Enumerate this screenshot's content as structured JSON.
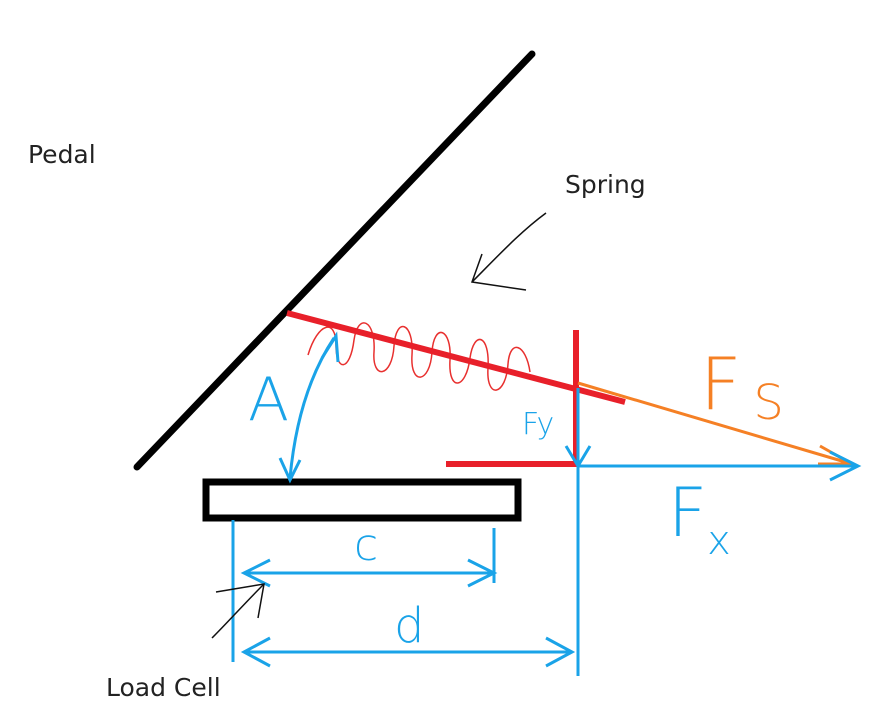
{
  "labels": {
    "pedal": "Pedal",
    "spring": "Spring",
    "load_cell": "Load Cell",
    "angle": "A",
    "force_y": "Fy",
    "force_x_main": "F",
    "force_x_sub": "x",
    "force_s_main": "F",
    "force_s_sub": "S",
    "dim_c": "c",
    "dim_d": "d"
  },
  "colors": {
    "structure": "#000000",
    "spring_coil": "#e8302f",
    "spring_line": "#e8202a",
    "force_spring": "#f58025",
    "dimension": "#1aa3e8",
    "text": "#222222"
  }
}
